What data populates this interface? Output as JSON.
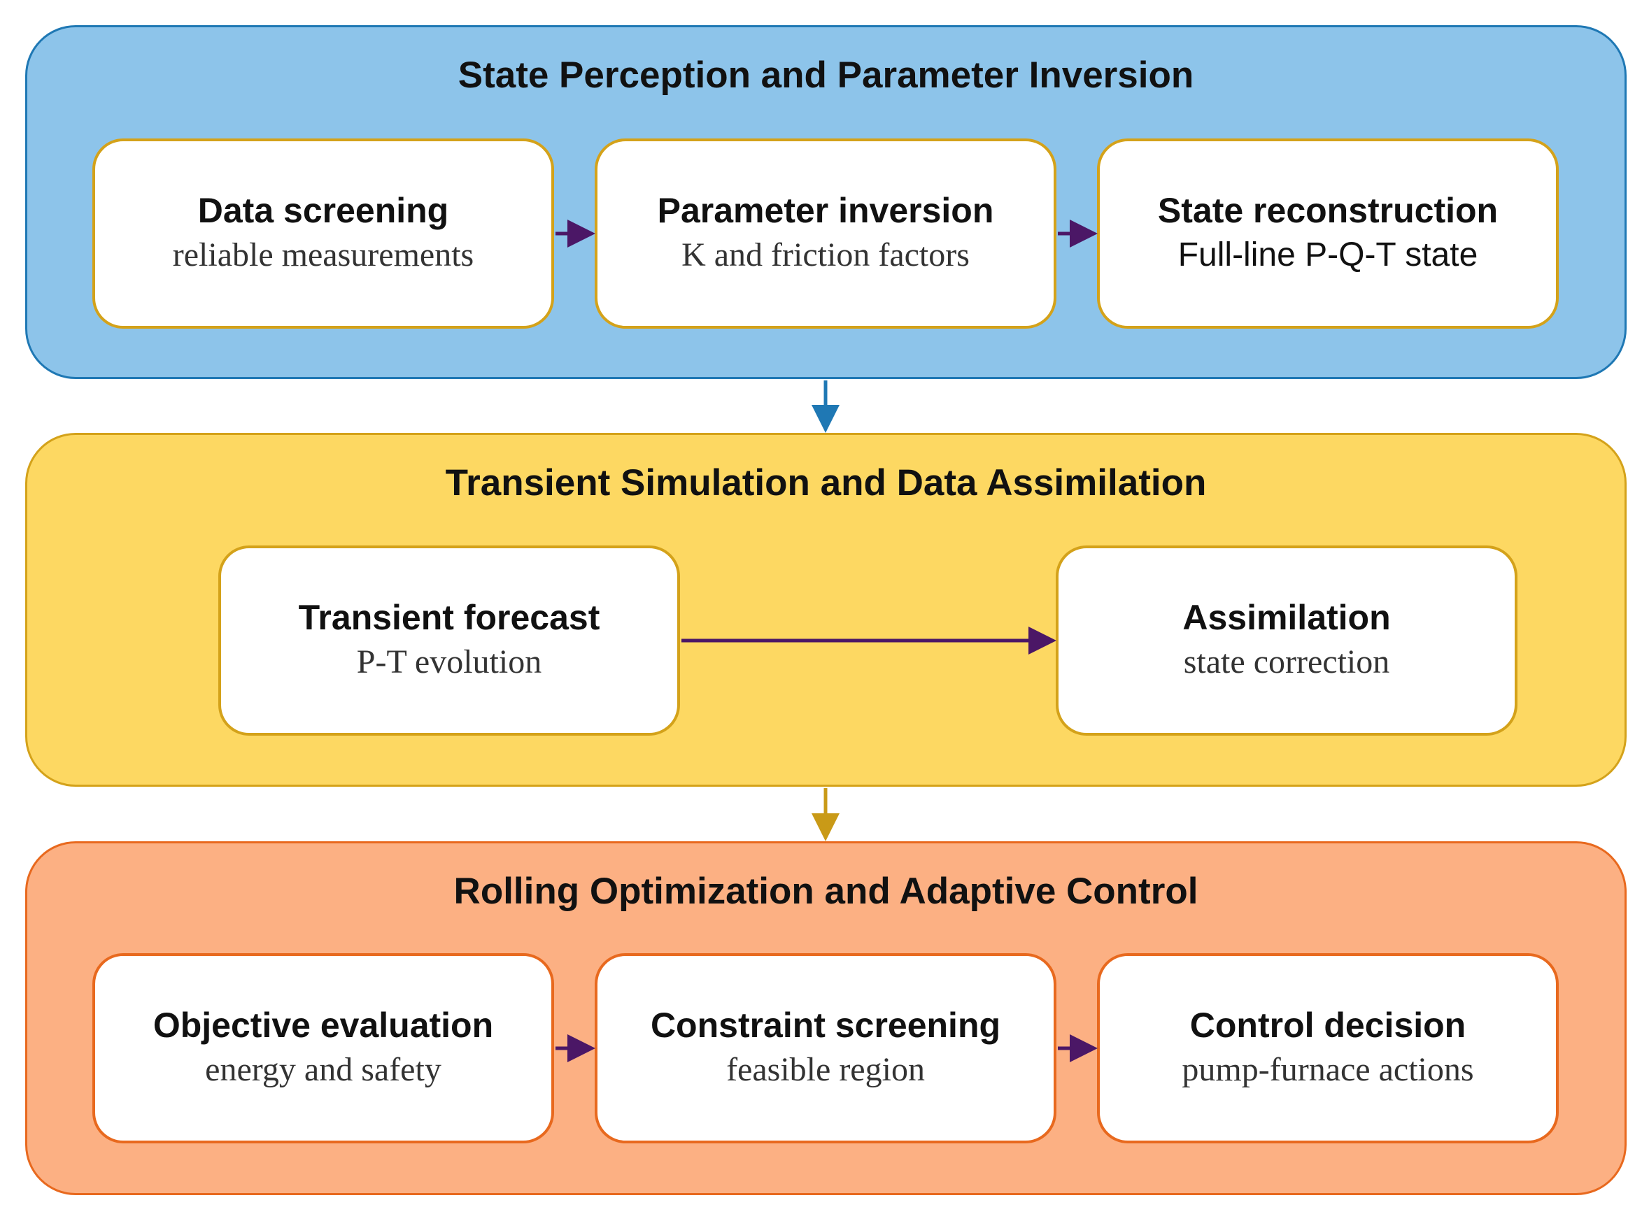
{
  "colors": {
    "panel1_fill": "#8dc4ea",
    "panel1_border": "#1f78b4",
    "panel2_fill": "#fdd862",
    "panel2_border": "#d4a21a",
    "panel3_fill": "#fcb083",
    "panel3_border": "#e8691e",
    "node_border_gold": "#d4a21a",
    "node_border_orange": "#e8691e",
    "arrow_purple": "#4b1766",
    "arrow_blue": "#1f78b4",
    "arrow_gold": "#c99a17"
  },
  "panels": [
    {
      "title": "State Perception and Parameter Inversion",
      "nodes": [
        {
          "title": "Data screening",
          "subtitle": "reliable measurements"
        },
        {
          "title": "Parameter inversion",
          "subtitle": "K and friction factors"
        },
        {
          "title": "State reconstruction",
          "subtitle": "Full-line P-Q-T state"
        }
      ]
    },
    {
      "title": "Transient Simulation and Data Assimilation",
      "nodes": [
        {
          "title": "Transient forecast",
          "subtitle": "P-T evolution"
        },
        {
          "title": "Assimilation",
          "subtitle": "state correction"
        }
      ]
    },
    {
      "title": "Rolling Optimization and Adaptive Control",
      "nodes": [
        {
          "title": "Objective evaluation",
          "subtitle": "energy and safety"
        },
        {
          "title": "Constraint screening",
          "subtitle": "feasible region"
        },
        {
          "title": "Control decision",
          "subtitle": "pump-furnace actions"
        }
      ]
    }
  ]
}
